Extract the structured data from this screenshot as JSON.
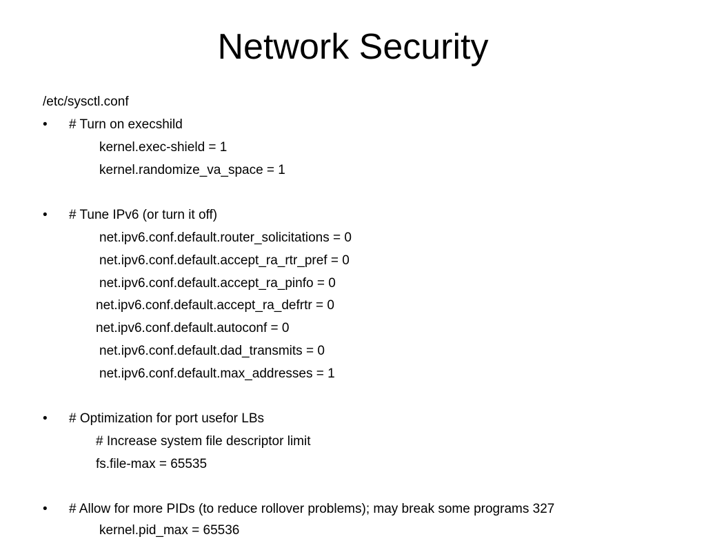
{
  "slide": {
    "title": "Network Security",
    "bullet_char": "•",
    "path": "/etc/sysctl.conf",
    "sections": [
      {
        "heading": "# Turn on execshild",
        "lines": [
          "kernel.exec-shield = 1",
          "kernel.randomize_va_space = 1"
        ]
      },
      {
        "heading": "# Tune IPv6 (or  turn it off)",
        "lines": [
          "net.ipv6.conf.default.router_solicitations = 0",
          "net.ipv6.conf.default.accept_ra_rtr_pref = 0",
          "net.ipv6.conf.default.accept_ra_pinfo = 0",
          "net.ipv6.conf.default.accept_ra_defrtr = 0",
          "net.ipv6.conf.default.autoconf = 0",
          "net.ipv6.conf.default.dad_transmits = 0",
          "net.ipv6.conf.default.max_addresses = 1"
        ]
      },
      {
        "heading": "# Optimization for port usefor LBs",
        "lines": [
          "# Increase system file descriptor limit",
          "fs.file-max = 65535"
        ]
      },
      {
        "heading": "# Allow for more PIDs (to reduce rollover problems); may break some programs 327",
        "lines": [
          "kernel.pid_max = 65536"
        ]
      }
    ]
  }
}
